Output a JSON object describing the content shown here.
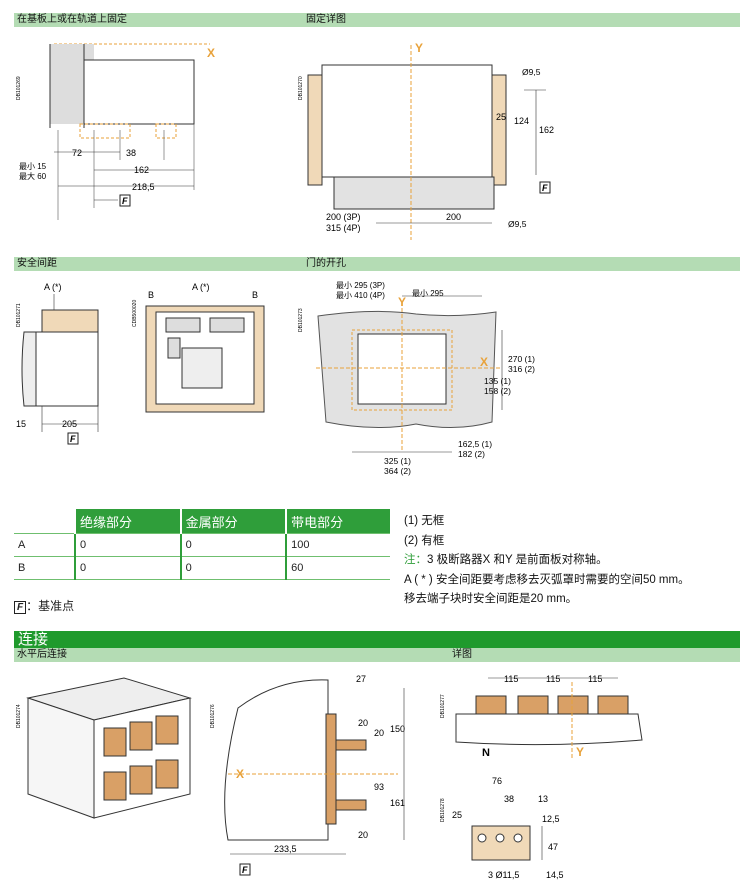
{
  "sections": {
    "mount_title": "在基板上或在轨道上固定",
    "detail_title": "固定详图",
    "clearance_title": "安全间距",
    "door_title": "门的开孔",
    "connection_title": "连接",
    "rear_title": "水平后连接",
    "detail2_title": "详图"
  },
  "codes": {
    "c1": "DB101269",
    "c2": "DB101270",
    "c3": "DB101271",
    "c4": "CDB500020",
    "c5": "DB101273",
    "c6": "DB101274",
    "c7": "DB101276",
    "c8": "DB101277",
    "c9": "DB101278"
  },
  "fig1": {
    "x_label": "X",
    "d72": "72",
    "d38": "38",
    "d162": "162",
    "d218": "218,5",
    "min15": "最小 15",
    "max60": "最大 60",
    "f": "F"
  },
  "fig2": {
    "y_label": "Y",
    "phi_top": "Ø9,5",
    "d25": "25",
    "d124": "124",
    "d162": "162",
    "f": "F",
    "d200_3p": "200 (3P)",
    "d315_4p": "315 (4P)",
    "d200": "200",
    "phi_bot": "Ø9,5"
  },
  "fig3": {
    "a_label": "A (*)",
    "d15": "15",
    "d205": "205",
    "f": "F"
  },
  "fig4": {
    "b_left": "B",
    "a_label": "A (*)",
    "b_right": "B"
  },
  "fig5": {
    "min295_3p": "最小 295 (3P)",
    "min410_4p": "最小 410 (4P)",
    "min295": "最小 295",
    "y_label": "Y",
    "x_label": "X",
    "d270": "270 (1)",
    "d316": "316 (2)",
    "d135": "135 (1)",
    "d158": "158 (2)",
    "d162": "162,5 (1)",
    "d182": "182 (2)",
    "d325": "325 (1)",
    "d364": "364 (2)"
  },
  "table": {
    "headers": [
      "",
      "绝缘部分",
      "金属部分",
      "带电部分"
    ],
    "rows": [
      [
        "A",
        "0",
        "0",
        "100"
      ],
      [
        "B",
        "0",
        "0",
        "60"
      ]
    ]
  },
  "notes": {
    "n1": "(1) 无框",
    "n2": "(2) 有框",
    "n3_prefix": "注：",
    "n3": "3 极断路器X 和Y 是前面板对称轴。",
    "n4": "A ( * ) 安全间距要考虑移去灭弧罩时需要的空间50 mm。",
    "n5": "移去端子块时安全间距是20 mm。"
  },
  "reference": {
    "f": "F",
    "text": "：基准点"
  },
  "fig7": {
    "x_label": "X",
    "d27": "27",
    "d20a": "20",
    "d20b": "20",
    "d150": "150",
    "d93": "93",
    "d161": "161",
    "d20c": "20",
    "d233": "233,5",
    "f": "F"
  },
  "fig8": {
    "d115a": "115",
    "d115b": "115",
    "d115c": "115",
    "n_label": "N",
    "y_label": "Y"
  },
  "fig9": {
    "d76": "76",
    "d38": "38",
    "d13": "13",
    "d25": "25",
    "d12": "12,5",
    "d47": "47",
    "holes": "3 Ø11,5",
    "d14": "14,5"
  },
  "colors": {
    "green_bar": "#b4dcb4",
    "green_dark": "#1f9a2c",
    "orange": "#e8a23a",
    "tan": "#f0d9b8"
  }
}
